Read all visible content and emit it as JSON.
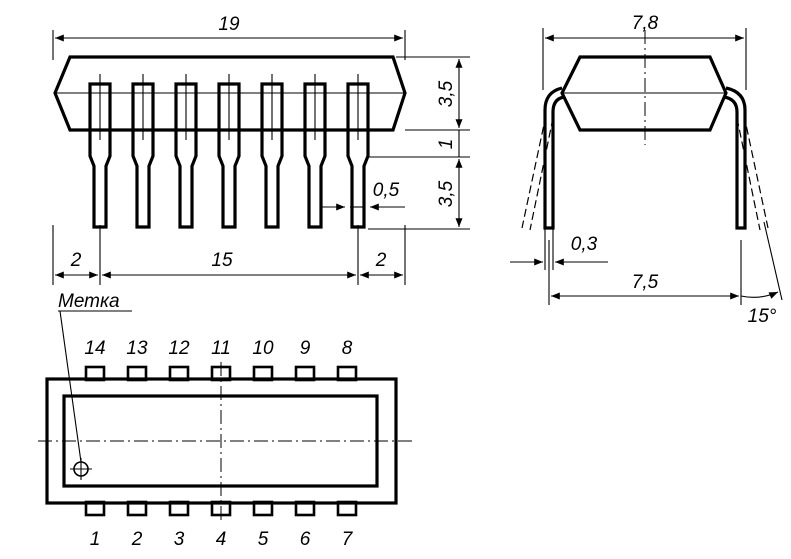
{
  "front_view": {
    "dims": {
      "width": "19",
      "h1": "3,5",
      "h2": "1",
      "h3": "3,5",
      "pin_width": "0,5",
      "left_offset": "2",
      "pitch_total": "15",
      "right_offset": "2"
    }
  },
  "side_view": {
    "dims": {
      "width": "7,8",
      "lead_thickness": "0,3",
      "lead_span": "7,5",
      "angle": "15°"
    }
  },
  "top_view": {
    "mark_label": "Метка",
    "top_pins": [
      "14",
      "13",
      "12",
      "11",
      "10",
      "9",
      "8"
    ],
    "bottom_pins": [
      "1",
      "2",
      "3",
      "4",
      "5",
      "6",
      "7"
    ]
  }
}
